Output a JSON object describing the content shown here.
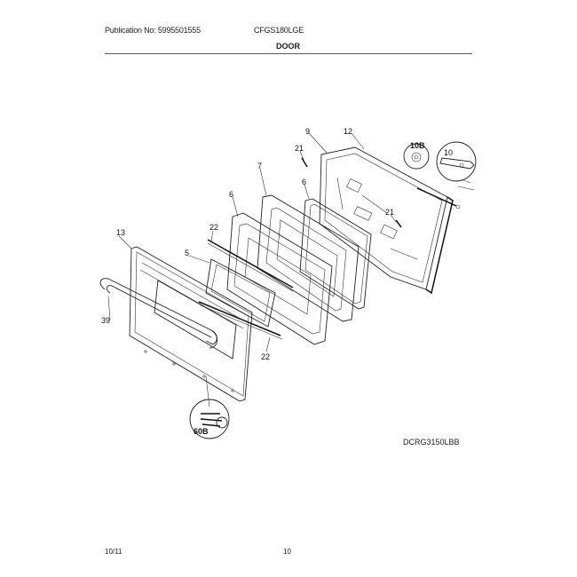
{
  "header": {
    "publication": "Publication No: 5995501555",
    "model": "CFGS180LGE",
    "section": "DOOR"
  },
  "diagram_code": "DCRG3150LBB",
  "footer": {
    "date": "10/11",
    "page": "10"
  },
  "callouts": {
    "c9": "9",
    "c12": "12",
    "c10b": "10B",
    "c10": "10",
    "c21a": "21",
    "c7": "7",
    "c6a": "6",
    "c6b": "6",
    "c21b": "21",
    "c22a": "22",
    "c13": "13",
    "c5": "5",
    "c39": "39",
    "c22b": "22",
    "c60b": "60B"
  }
}
